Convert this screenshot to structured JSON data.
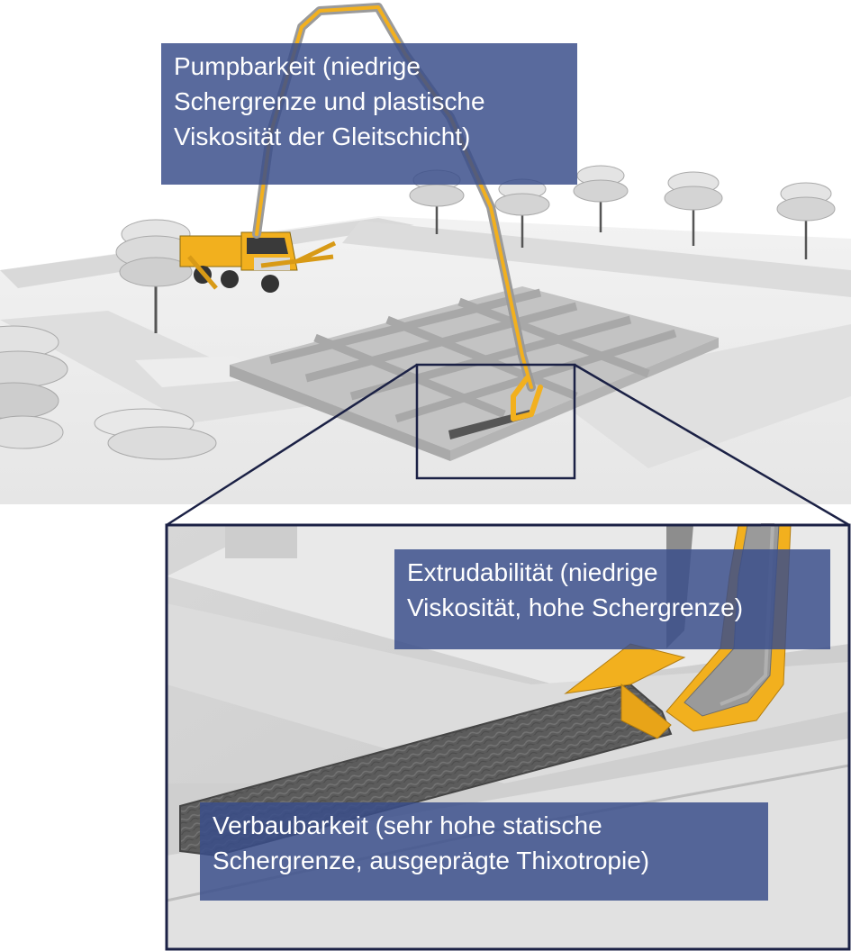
{
  "labels": {
    "pumpability": "Pumpbarkeit (niedrige\nSchergrenze und plastische\nViskosität der Gleitschicht)",
    "extrudability": "Extrudabilität (niedrige\nViskosität, hohe Schergrenze)",
    "buildability": "Verbaubarkeit (sehr hohe statische\nSchergrenze, ausgeprägte Thixotropie)"
  },
  "colors": {
    "label_fill": "#394d8a",
    "frame": "#1b2145",
    "boom_yellow": "#f2b01e",
    "boom_grey": "#9a9a9a",
    "extruded_concrete": "#5c5c5c"
  },
  "icons": {
    "truck": "concrete-pump-truck-icon",
    "tree": "tree-icon"
  }
}
